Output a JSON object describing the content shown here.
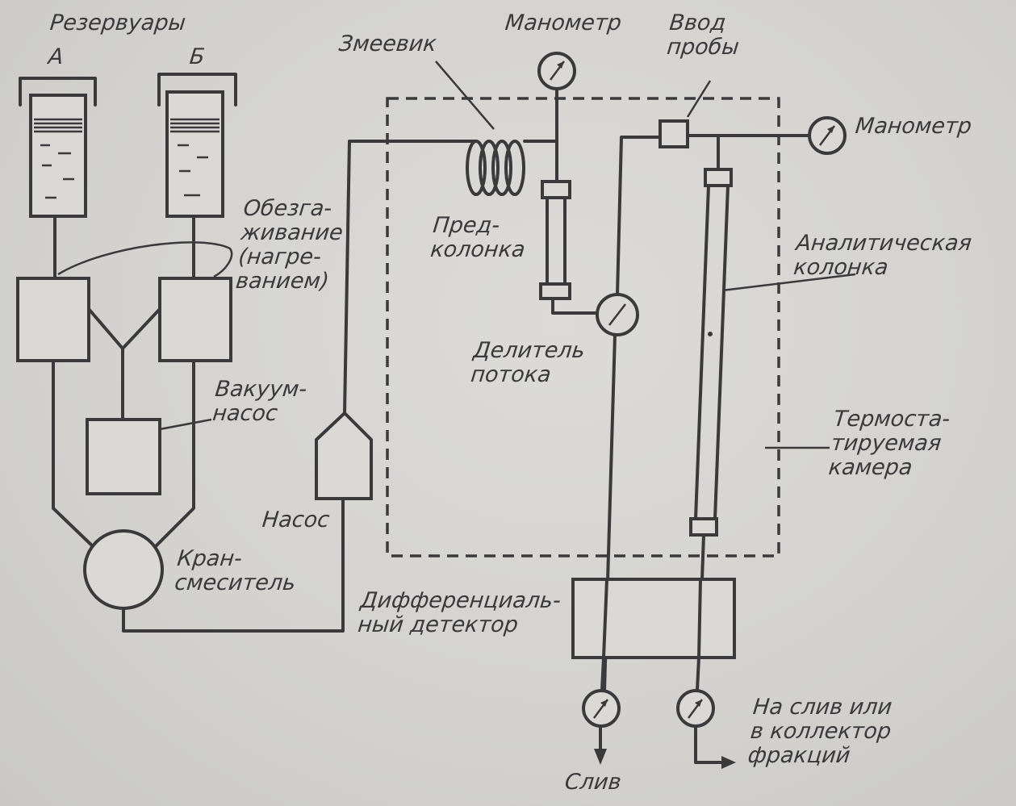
{
  "labels": {
    "reservoirs": "Резервуары",
    "res_a": "А",
    "res_b": "Б",
    "degassing": "Обезга-\nживание\n(нагре-\nванием)",
    "vacuum_pump": "Вакуум-\nнасос",
    "pump": "Насос",
    "mixing_valve": "Кран-\nсмеситель",
    "coil": "Змеевик",
    "manometer_top": "Манометр",
    "sample_inlet": "Ввод\nпробы",
    "manometer_right": "Манометр",
    "precolumn": "Пред-\nколонка",
    "flow_splitter": "Делитель\nпотока",
    "analytical_column": "Аналитическая\nколонка",
    "thermostat_chamber": "Термоста-\nтируемая\nкамера",
    "differential_detector": "Дифференциаль-\nный детектор",
    "drain": "Слив",
    "to_drain_or_collector": "На слив или\nв коллектор\nфракций"
  }
}
